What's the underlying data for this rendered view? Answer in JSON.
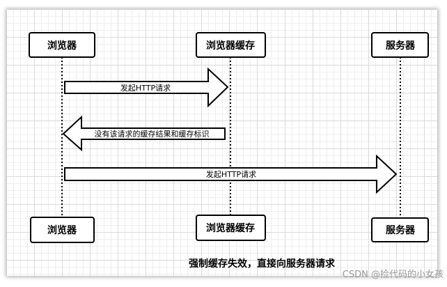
{
  "participants": {
    "browser": "浏览器",
    "cache": "浏览器缓存",
    "server": "服务器"
  },
  "messages": {
    "m1": "发起HTTP请求",
    "m2": "没有该请求的缓存结果和缓存标识",
    "m3": "发起HTTP请求"
  },
  "caption": "强制缓存失效，直接向服务器请求",
  "watermark": "CSDN @捡代码的小女孩"
}
